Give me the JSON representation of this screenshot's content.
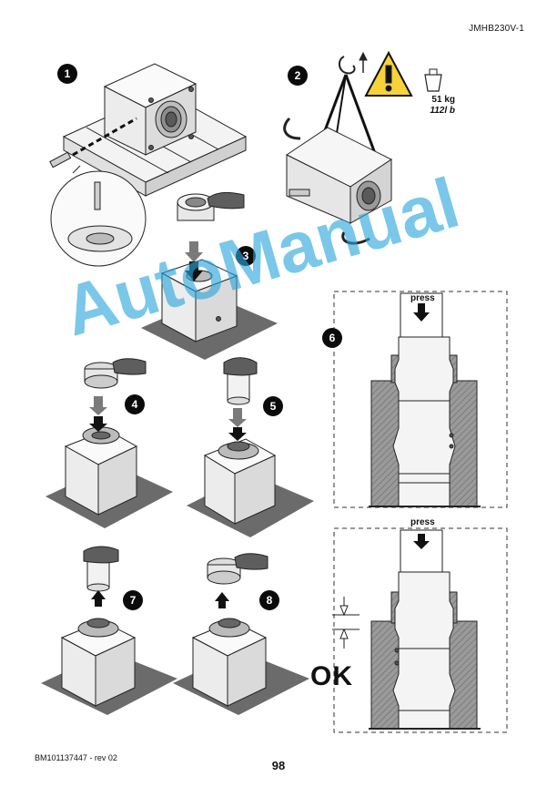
{
  "header": {
    "doc_code": "JMHB230V-1"
  },
  "footer": {
    "doc_ref": "BM101137447 - rev 02",
    "page_number": "98"
  },
  "steps": [
    "1",
    "2",
    "3",
    "4",
    "5",
    "6",
    "7",
    "8"
  ],
  "lifting": {
    "weight_kg": "51 kg",
    "weight_lb": "112l b"
  },
  "press_labels": {
    "upper": "press",
    "lower": "press"
  },
  "check_label": "OK",
  "watermark": "AutoManual",
  "colors": {
    "watermark": "#2aa6dd",
    "floor": "#6b6b6b",
    "section_hatch": "#8a8a8a",
    "warning": "#f7d23a"
  },
  "icons": [
    "warning-triangle-icon",
    "weight-icon",
    "crane-hook-icon",
    "rotate-arrow-icon",
    "hand-icon"
  ]
}
